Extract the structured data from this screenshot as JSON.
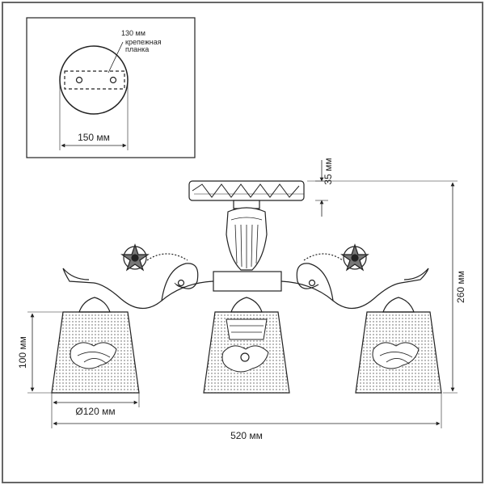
{
  "mount_plate": {
    "bracket_length": "130 мм",
    "bracket_label_line1": "крепежная",
    "bracket_label_line2": "планка",
    "diameter": "150 мм"
  },
  "dimensions": {
    "canopy_height": "35 мм",
    "total_height": "260 мм",
    "shade_height": "100 мм",
    "shade_diameter": "Ø120 мм",
    "total_width": "520 мм"
  },
  "colors": {
    "line": "#222222",
    "frame": "#666666"
  }
}
